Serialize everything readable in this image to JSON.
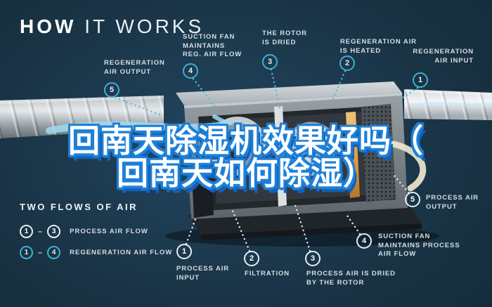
{
  "title": {
    "bold": "HOW",
    "light": "IT WORKS"
  },
  "overlay": {
    "line1": "回南天除湿机效果好吗（",
    "line2": "回南天如何除湿）"
  },
  "callouts": {
    "regen_output": {
      "num": "5",
      "l1": "REGENERATION",
      "l2": "AIR OUTPUT"
    },
    "suction_regen": {
      "num": "4",
      "l1": "SUCTION FAN",
      "l2": "MAINTAINS",
      "l3": "REG. AIR FLOW"
    },
    "rotor_dried": {
      "num": "3",
      "l1": "THE ROTOR",
      "l2": "IS DRIED"
    },
    "regen_heated": {
      "num": "2",
      "l1": "REGENERATION AIR",
      "l2": "IS HEATED"
    },
    "regen_input": {
      "num": "1",
      "l1": "REGENERATION",
      "l2": "AIR INPUT"
    },
    "process_output": {
      "num": "5",
      "l1": "PROCESS AIR",
      "l2": "OUTPUT"
    },
    "process_input": {
      "num": "1",
      "l1": "PROCESS AIR",
      "l2": "INPUT"
    },
    "filtration": {
      "num": "2",
      "l1": "FILTRATION"
    },
    "process_dried": {
      "num": "3",
      "l1": "PROCESS AIR IS DRIED",
      "l2": "BY THE ROTOR"
    },
    "suction_process": {
      "num": "4",
      "l1": "SUCTION FAN",
      "l2": "MAINTAINS PROCESS",
      "l3": "AIR FLOW"
    }
  },
  "legend": {
    "title": "TWO FLOWS OF AIR",
    "dash": "–",
    "process": {
      "from": "1",
      "to": "3",
      "label": "PROCESS AIR FLOW"
    },
    "regeneration": {
      "from": "1",
      "to": "4",
      "label": "REGENERATION AIR FLOW"
    }
  },
  "colors": {
    "background": "#162b3a",
    "accent_cyan": "#41aed0",
    "label_text": "#d6dee3",
    "overlay_outline_blue": "#1d80d8",
    "overlay_shadow_blue": "#1360b8",
    "heater_orange": "#dfa04b"
  }
}
